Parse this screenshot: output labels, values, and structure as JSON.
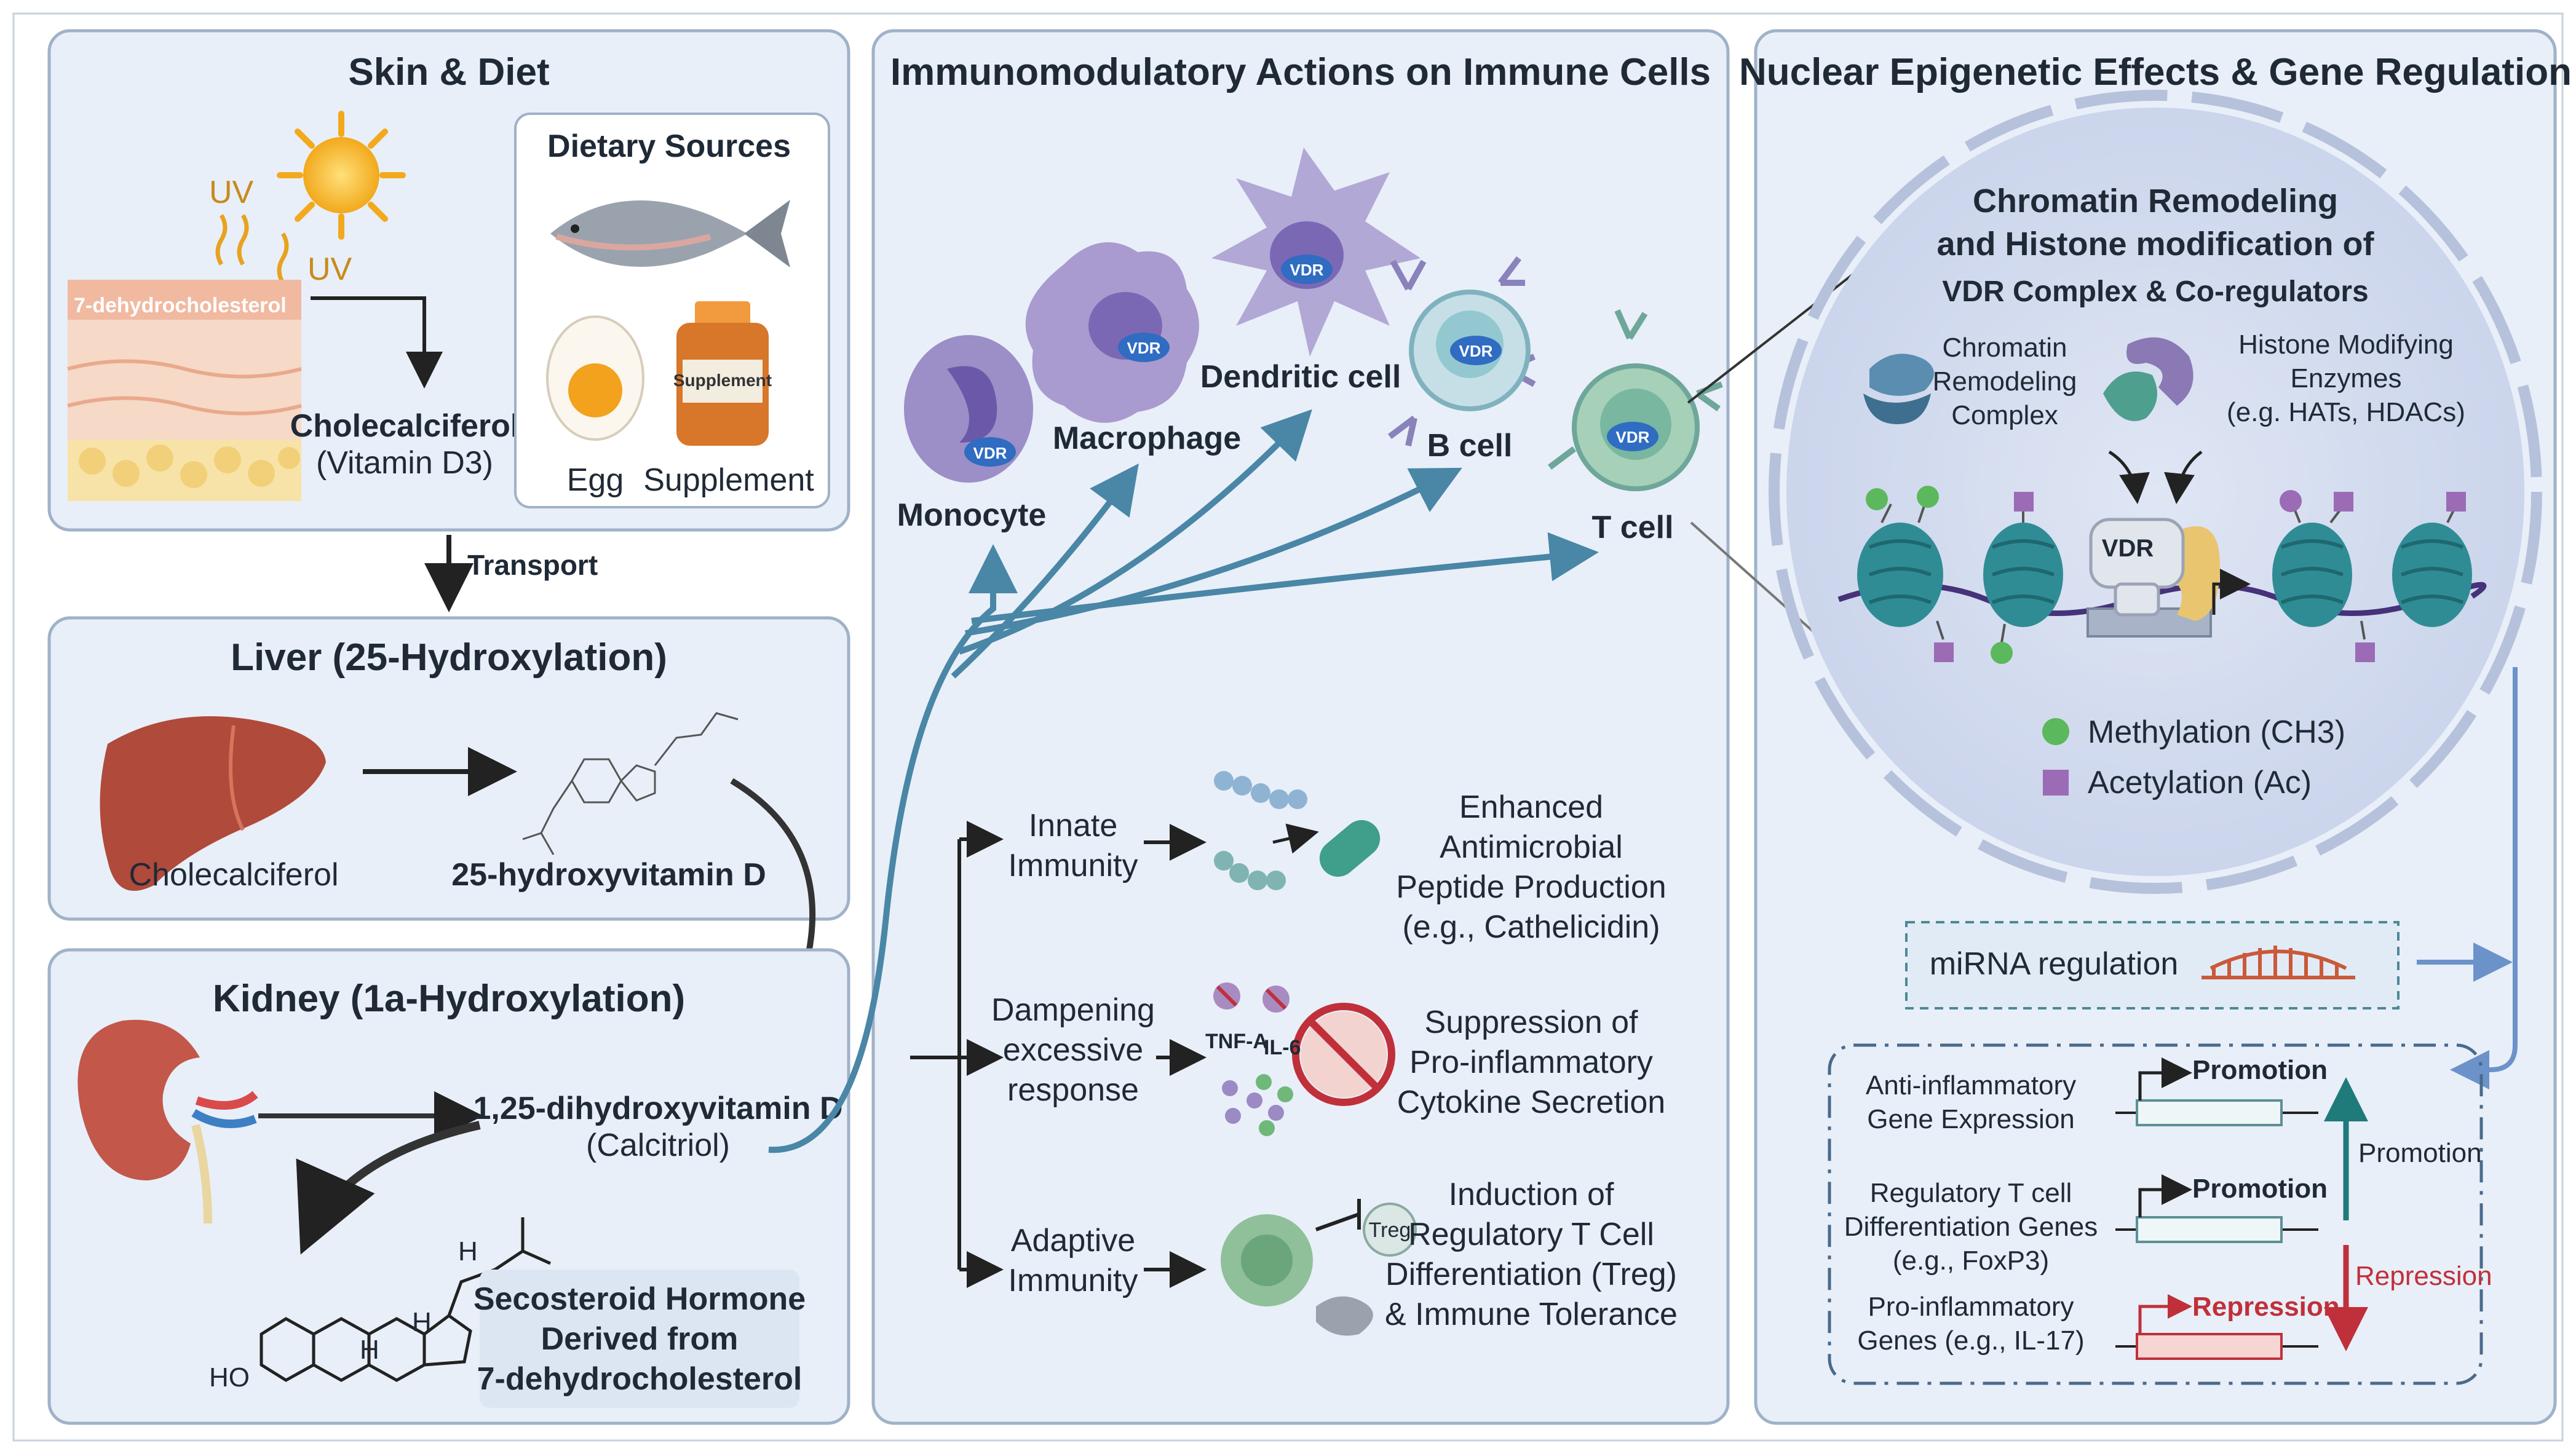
{
  "panels": {
    "skin": {
      "title": "Skin & Diet",
      "uv1": "UV",
      "uv2": "UV",
      "skin_label": "7-dehydrocholesterol",
      "chole_title": "Cholecalciferol",
      "chole_sub": "(Vitamin D3)",
      "dietary_title": "Dietary Sources",
      "egg": "Egg",
      "supplement": "Supplement",
      "jar_label": "Supplement",
      "transport": "Transport"
    },
    "liver": {
      "title": "Liver (25-Hydroxylation)",
      "left": "Cholecalciferol",
      "right": "25-hydroxyvitamin D"
    },
    "kidney": {
      "title": "Kidney (1a-Hydroxylation)",
      "product_title": "1,25-dihydroxyvitamin D",
      "product_sub": "(Calcitriol)",
      "seco_1": "Secosteroid Hormone",
      "seco_2": "Derived from",
      "seco_3": "7-dehydrocholesterol",
      "atom_ho": "HO",
      "atom_h": "H"
    },
    "immune": {
      "title": "Immunomodulatory Actions on Immune Cells",
      "vdr": "VDR",
      "cells": [
        "Monocyte",
        "Macrophage",
        "Dendritic cell",
        "B cell",
        "T cell"
      ],
      "rows": [
        {
          "left": [
            "Innate",
            "Immunity"
          ],
          "right": [
            "Enhanced",
            "Antimicrobial",
            "Peptide Production",
            "(e.g., Cathelicidin)"
          ]
        },
        {
          "left": [
            "Dampening",
            "excessive",
            "response"
          ],
          "right": [
            "Suppression of",
            "Pro-inflammatory",
            "Cytokine Secretion"
          ]
        },
        {
          "left": [
            "Adaptive",
            "Immunity"
          ],
          "right": [
            "Induction of",
            "Regulatory T Cell",
            "Differentiation (Treg)",
            "& Immune Tolerance"
          ]
        }
      ],
      "tnf": "TNF-A",
      "il6": "IL-6",
      "treg": "Treg"
    },
    "nuclear": {
      "title": "Nuclear Epigenetic Effects & Gene Regulation",
      "chromatin_title": [
        "Chromatin Remodeling",
        "and Histone modification of"
      ],
      "vdr_complex": "VDR Complex & Co-regulators",
      "remodel": [
        "Chromatin",
        "Remodeling",
        "Complex"
      ],
      "histone": [
        "Histone Modifying",
        "Enzymes",
        "(e.g. HATs, HDACs)"
      ],
      "vdr": "VDR",
      "methylation": "Methylation (CH3)",
      "acetylation": "Acetylation (Ac)",
      "mirna": "miRNA regulation",
      "genes": [
        {
          "name": [
            "Anti-inflammatory",
            "Gene Expression"
          ],
          "effect": "Promotion"
        },
        {
          "name": [
            "Regulatory T cell",
            "Differentiation Genes",
            "(e.g., FoxP3)"
          ],
          "effect": "Promotion"
        },
        {
          "name": [
            "Pro-inflammatory",
            "Genes (e.g., IL-17)"
          ],
          "effect": "Repression"
        }
      ],
      "side_promotion": "Promotion",
      "side_repression": "Repression"
    }
  },
  "colors": {
    "panel_fill": "#e8eff8",
    "panel_stroke": "#9fb2c8",
    "arrow_teal": "#4a86a6",
    "promotion": "#1f7a7a",
    "repression": "#c0303a",
    "methyl": "#5cb85c",
    "acetyl": "#9b6bb5"
  }
}
